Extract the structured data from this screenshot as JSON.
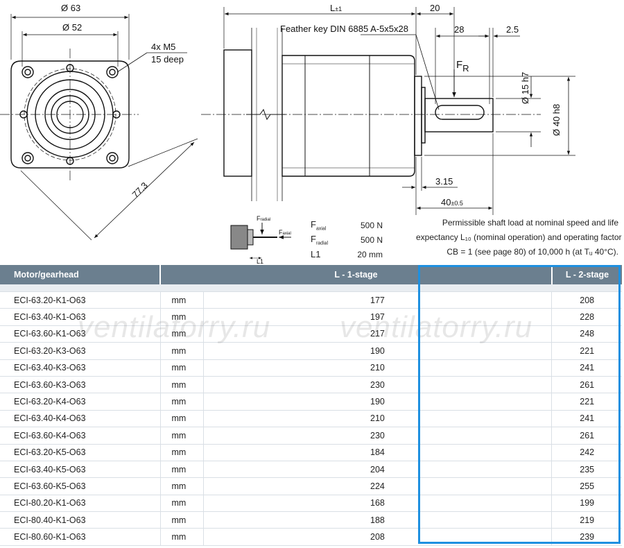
{
  "drawing": {
    "dia_outer": "Ø 63",
    "dia_pitch": "Ø 52",
    "thread_label": "4x M5",
    "thread_depth": "15 deep",
    "diagonal": "77.3",
    "length_label": "L",
    "length_tol": "±1",
    "shaft_len": "20",
    "key_label": "Feather key DIN 6885 A-5x5x28",
    "key_len": "28",
    "key_offset": "2.5",
    "force_label": "F",
    "force_sub": "R",
    "shaft_dia": "Ø 15 h7",
    "spigot_dia": "Ø 40 h8",
    "spigot_len": "3.15",
    "flange_len": "40",
    "flange_tol": "±0.5"
  },
  "mini": {
    "f_radial": "F",
    "f_radial_sub": "radial",
    "f_axial": "F",
    "f_axial_sub": "axial",
    "l1": "L1"
  },
  "loads": [
    {
      "sym": "F",
      "sub": "axial",
      "value": "500 N"
    },
    {
      "sym": "F",
      "sub": "radial",
      "value": "500 N"
    },
    {
      "sym": "L1",
      "sub": "",
      "value": "20 mm"
    }
  ],
  "note": {
    "line1": "Permissible shaft load at nominal speed and life",
    "line2": "expectancy L₁₀ (nominal operation) and operating factor",
    "line3": "CB = 1 (see page 80) of 10,000 h (at Tᵤ 40°C)."
  },
  "watermark": [
    "ventilatorry.ru",
    "ventilatorry.ru"
  ],
  "table": {
    "headers": [
      "Motor/gearhead",
      "L - 1-stage",
      "L - 2-stage"
    ],
    "rows": [
      {
        "name": "ECI-63.20-K1-O63",
        "unit": "mm",
        "l1": "177",
        "l2": "208"
      },
      {
        "name": "ECI-63.40-K1-O63",
        "unit": "mm",
        "l1": "197",
        "l2": "228"
      },
      {
        "name": "ECI-63.60-K1-O63",
        "unit": "mm",
        "l1": "217",
        "l2": "248"
      },
      {
        "name": "ECI-63.20-K3-O63",
        "unit": "mm",
        "l1": "190",
        "l2": "221"
      },
      {
        "name": "ECI-63.40-K3-O63",
        "unit": "mm",
        "l1": "210",
        "l2": "241"
      },
      {
        "name": "ECI-63.60-K3-O63",
        "unit": "mm",
        "l1": "230",
        "l2": "261"
      },
      {
        "name": "ECI-63.20-K4-O63",
        "unit": "mm",
        "l1": "190",
        "l2": "221"
      },
      {
        "name": "ECI-63.40-K4-O63",
        "unit": "mm",
        "l1": "210",
        "l2": "241"
      },
      {
        "name": "ECI-63.60-K4-O63",
        "unit": "mm",
        "l1": "230",
        "l2": "261"
      },
      {
        "name": "ECI-63.20-K5-O63",
        "unit": "mm",
        "l1": "184",
        "l2": "242"
      },
      {
        "name": "ECI-63.40-K5-O63",
        "unit": "mm",
        "l1": "204",
        "l2": "235"
      },
      {
        "name": "ECI-63.60-K5-O63",
        "unit": "mm",
        "l1": "224",
        "l2": "255"
      },
      {
        "name": "ECI-80.20-K1-O63",
        "unit": "mm",
        "l1": "168",
        "l2": "199"
      },
      {
        "name": "ECI-80.40-K1-O63",
        "unit": "mm",
        "l1": "188",
        "l2": "219"
      },
      {
        "name": "ECI-80.60-K1-O63",
        "unit": "mm",
        "l1": "208",
        "l2": "239"
      }
    ]
  },
  "colors": {
    "header_bg": "#6b7f8f",
    "highlight": "#1e90e0"
  }
}
